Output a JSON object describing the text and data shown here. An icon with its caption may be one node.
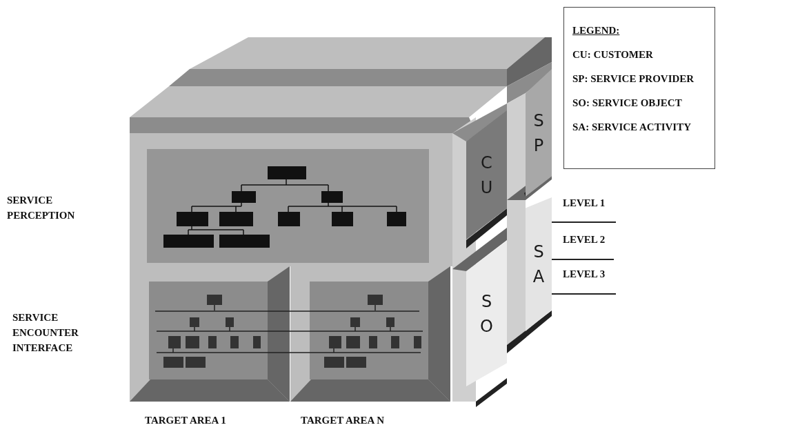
{
  "diagram": {
    "nodes": [
      {
        "text": [
          "CU"
        ]
      },
      {
        "text": [
          "SP"
        ]
      },
      {
        "text": [
          "SO"
        ]
      },
      {
        "text": [
          "SA"
        ]
      }
    ],
    "labels": [
      "LEGEND:",
      "CU: CUSTOMER",
      "SP: SERVICE PROVIDER",
      "SO: SERVICE OBJECT",
      "SA: SERVICE ACTIVITY",
      "LEVEL 1",
      "SERVICE PERCEPTION",
      "LEVEL 2",
      "LEVEL 3",
      "SERVICE ENCOUNTER INTERFACE",
      "TARGET AREA 1",
      "TARGET AREA N"
    ]
  }
}
